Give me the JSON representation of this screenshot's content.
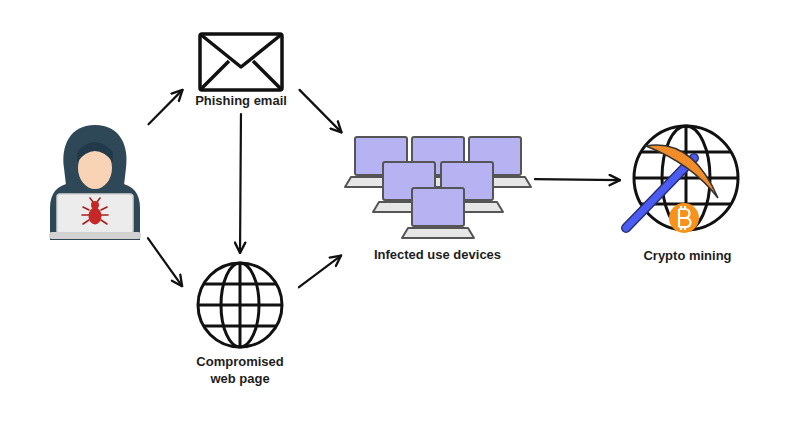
{
  "diagram": {
    "nodes": [
      {
        "text": []
      },
      {
        "text": [
          "Phishing email"
        ]
      },
      {
        "text": [
          "Compromised web page"
        ]
      },
      {
        "text": [
          "Infected use devices"
        ]
      },
      {
        "text": [
          "Crypto mining"
        ]
      }
    ],
    "edges": [
      {
        "from": 0,
        "to": 1,
        "arrow": "to"
      },
      {
        "from": 0,
        "to": 2,
        "arrow": "to"
      },
      {
        "from": 1,
        "to": 3,
        "arrow": "to"
      },
      {
        "from": 1,
        "to": 2,
        "arrow": "to"
      },
      {
        "from": 2,
        "to": 3,
        "arrow": "to"
      },
      {
        "from": 3,
        "to": 4,
        "arrow": "to"
      }
    ]
  }
}
